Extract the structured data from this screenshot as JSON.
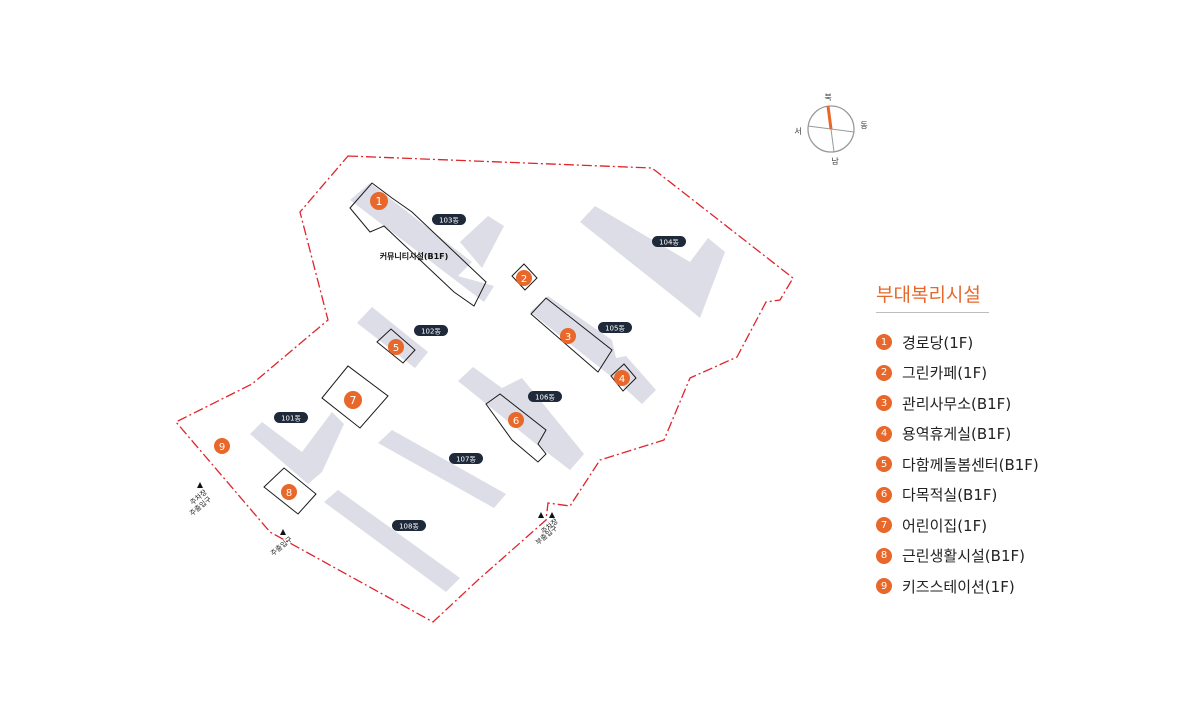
{
  "compass": {
    "north": "북",
    "east": "동",
    "south": "남",
    "west": "서"
  },
  "buildings": [
    {
      "id": "103",
      "label": "103동"
    },
    {
      "id": "104",
      "label": "104동"
    },
    {
      "id": "102",
      "label": "102동"
    },
    {
      "id": "105",
      "label": "105동"
    },
    {
      "id": "106",
      "label": "106동"
    },
    {
      "id": "101",
      "label": "101동"
    },
    {
      "id": "107",
      "label": "107동"
    },
    {
      "id": "108",
      "label": "108동"
    }
  ],
  "facility_markers": [
    "1",
    "2",
    "3",
    "4",
    "5",
    "6",
    "7",
    "8",
    "9"
  ],
  "community_label": "커뮤니티시설(B1F)",
  "entrances": {
    "parking_main": {
      "line1": "주차장",
      "line2": "주출입구"
    },
    "main_gate": {
      "label": "주출입구"
    },
    "parking_sub": {
      "line1": "주차장",
      "line2": "부출입구"
    }
  },
  "legend": {
    "title": "부대복리시설",
    "items": [
      {
        "num": "1",
        "label": "경로당(1F)"
      },
      {
        "num": "2",
        "label": "그린카페(1F)"
      },
      {
        "num": "3",
        "label": "관리사무소(B1F)"
      },
      {
        "num": "4",
        "label": "용역휴게실(B1F)"
      },
      {
        "num": "5",
        "label": "다함께돌봄센터(B1F)"
      },
      {
        "num": "6",
        "label": "다목적실(B1F)"
      },
      {
        "num": "7",
        "label": "어린이집(1F)"
      },
      {
        "num": "8",
        "label": "근린생활시설(B1F)"
      },
      {
        "num": "9",
        "label": "키즈스테이션(1F)"
      }
    ]
  },
  "colors": {
    "accent": "#e8672a",
    "building": "#dcdde6",
    "boundary": "#e0242b",
    "tag": "#1e2a3a"
  }
}
